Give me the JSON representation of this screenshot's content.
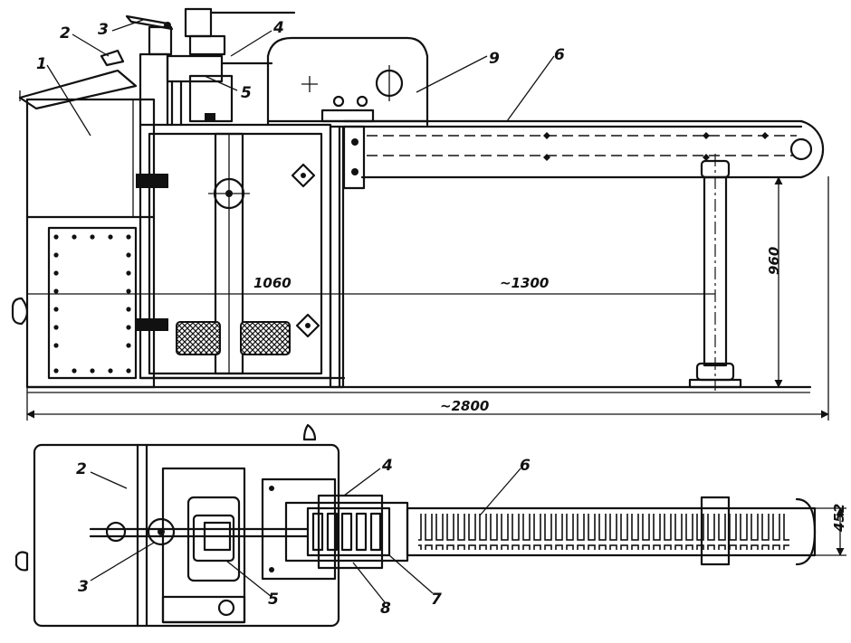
{
  "callouts": {
    "side": [
      "1",
      "2",
      "3",
      "4",
      "5",
      "9",
      "6"
    ],
    "plan": [
      "2",
      "4",
      "6",
      "3",
      "5",
      "8",
      "7"
    ]
  },
  "dimensions": {
    "inner_width": "1060",
    "span": "~1300",
    "height": "960",
    "overall_length": "~2800",
    "conveyor_width": "452"
  }
}
